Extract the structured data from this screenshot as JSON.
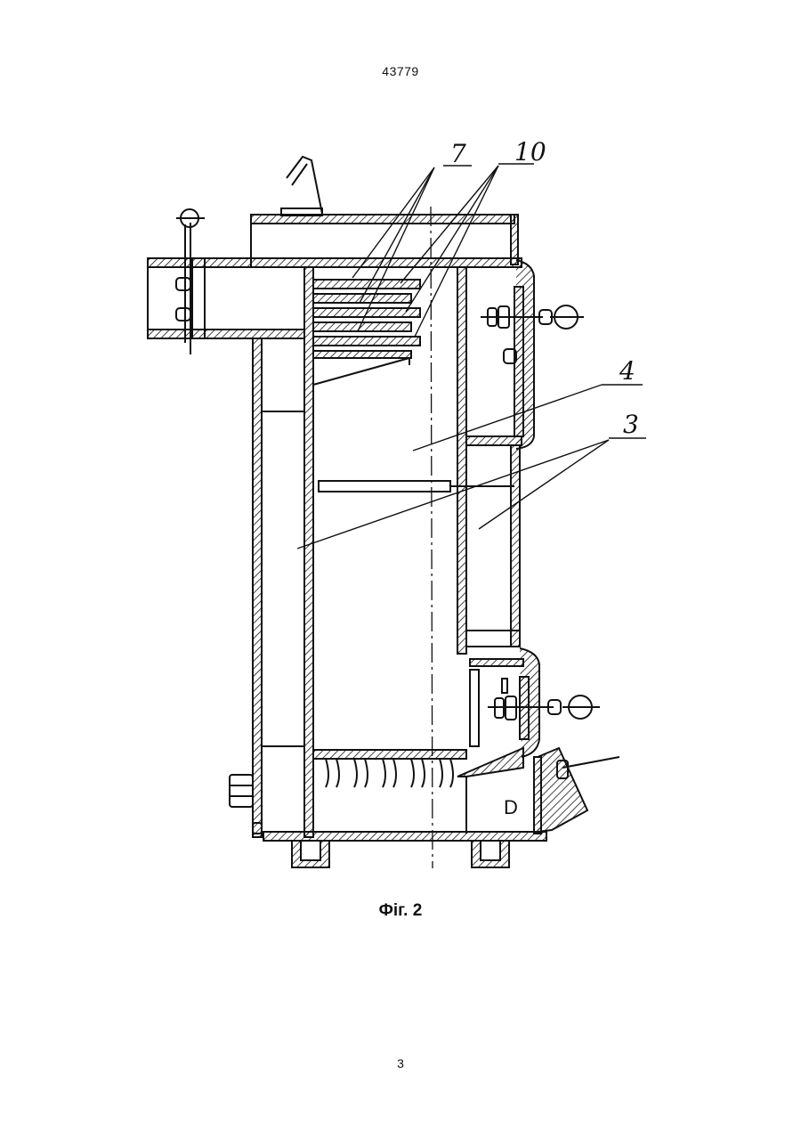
{
  "document": {
    "patent_number": "43779",
    "figure_caption": "Фіг. 2",
    "page_number": "3"
  },
  "figure": {
    "callouts": [
      {
        "id": "callout-7",
        "label": "7"
      },
      {
        "id": "callout-10",
        "label": "10"
      },
      {
        "id": "callout-4",
        "label": "4"
      },
      {
        "id": "callout-3",
        "label": "3"
      }
    ],
    "marking": "D"
  }
}
